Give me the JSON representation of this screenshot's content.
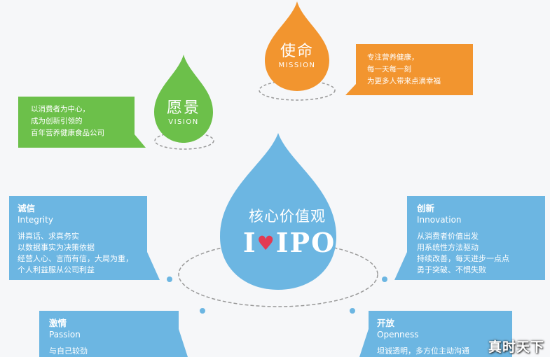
{
  "colors": {
    "mission": "#f2952f",
    "vision": "#6cc04a",
    "core": "#6cb6e2",
    "box": "#6cb6e2",
    "heart": "#e23b53",
    "dash": "#999999"
  },
  "mission": {
    "title": "使命",
    "subtitle": "MISSION",
    "lines": [
      "专注营养健康，",
      "每一天每一刻",
      "为更多人带来点滴幸福"
    ]
  },
  "vision": {
    "title": "愿景",
    "subtitle": "VISION",
    "lines": [
      "以消费者为中心，",
      "成为创新引领的",
      "百年营养健康食品公司"
    ]
  },
  "core": {
    "title": "核心价值观",
    "logo_prefix": "I",
    "logo_heart": "♥",
    "logo_suffix": "IPO"
  },
  "values": [
    {
      "title": "诚信",
      "english": "Integrity",
      "lines": [
        "讲真话、求真务实",
        "以数据事实为决策依据",
        "经营人心、言而有信，大局为重，",
        "个人利益服从公司利益"
      ]
    },
    {
      "title": "创新",
      "english": "Innovation",
      "lines": [
        "从消费者价值出发",
        "用系统性方法驱动",
        "持续改善，每天进步一点点",
        "勇于突破、不惧失败"
      ]
    },
    {
      "title": "激情",
      "english": "Passion",
      "lines": [
        "与自己较劲"
      ]
    },
    {
      "title": "开放",
      "english": "Openness",
      "lines": [
        "坦诚透明，多方位主动沟通"
      ]
    }
  ],
  "watermark": "真时天下"
}
